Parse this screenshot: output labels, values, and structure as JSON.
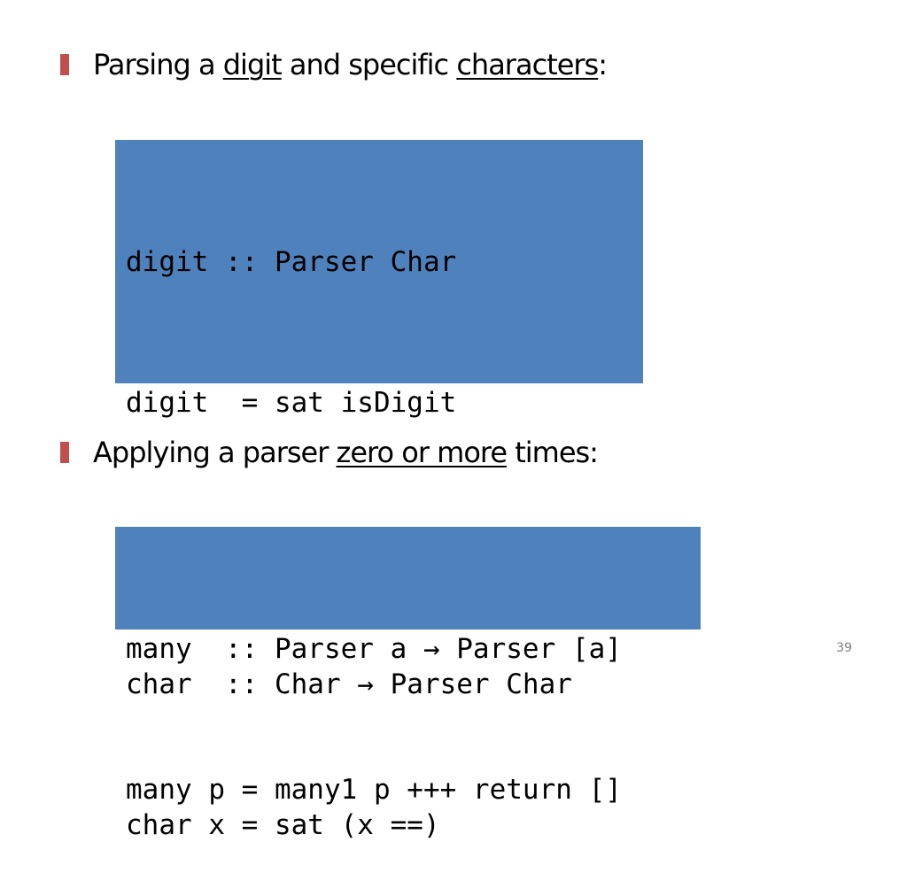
{
  "slide": {
    "bullets": [
      {
        "parts": [
          "Parsing a ",
          "digit",
          " and specific ",
          "characters",
          ":"
        ]
      },
      {
        "parts": [
          "Applying a parser ",
          "zero or more",
          " times:"
        ]
      }
    ],
    "code_blocks": [
      {
        "lines": [
          "digit :: Parser Char",
          "digit  = sat isDigit",
          "",
          "char  :: Char → Parser Char",
          "char x = sat (x ==)"
        ]
      },
      {
        "lines": [
          "many  :: Parser a → Parser [a]",
          "many p = many1 p +++ return []"
        ]
      }
    ],
    "page_number": "39",
    "colors": {
      "bullet_marker": "#c0504d",
      "code_background": "#4f81bd"
    }
  }
}
